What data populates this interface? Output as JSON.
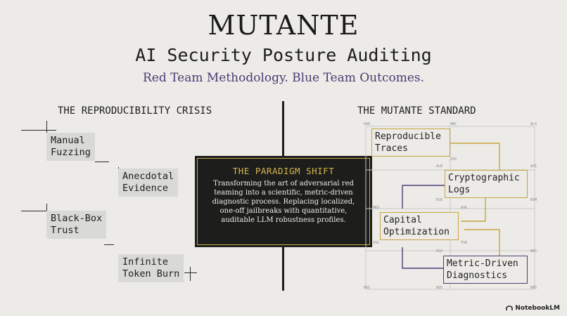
{
  "header": {
    "title": "MUTANTE",
    "subtitle": "AI Security Posture Auditing",
    "tagline": "Red Team Methodology. Blue Team Outcomes."
  },
  "left": {
    "heading": "THE REPRODUCIBILITY CRISIS",
    "items": [
      {
        "line1": "Manual",
        "line2": "Fuzzing"
      },
      {
        "line1": "Anecdotal",
        "line2": "Evidence"
      },
      {
        "line1": "Black-Box",
        "line2": "Trust"
      },
      {
        "line1": "Infinite",
        "line2": "Token Burn"
      }
    ]
  },
  "center": {
    "title": "THE PARADIGM SHIFT",
    "body": "Transforming the art of adversarial red teaming into a scientific, metric-driven diagnostic process. Replacing localized, one-off jailbreaks with quantitative, auditable LLM robustness profiles."
  },
  "right": {
    "heading": "THE MUTANTE STANDARD",
    "boxes": [
      {
        "line1": "Reproducible",
        "line2": "Traces"
      },
      {
        "line1": "Cryptographic",
        "line2": "Logs"
      },
      {
        "line1": "Capital",
        "line2": "Optimization"
      },
      {
        "line1": "Metric-Driven",
        "line2": "Diagnostics"
      }
    ],
    "markers": [
      "RAR",
      "ANC",
      "ALG",
      "ALB",
      "ACE",
      "R1B",
      "ROM",
      "RKO",
      "ASK",
      "SSS",
      "RSO",
      "RKS",
      "TSB",
      "RDS",
      "RDS",
      "RRS",
      "339"
    ]
  },
  "branding": {
    "logo_text": "NotebookLM",
    "logo_icon": "notebooklm-icon"
  },
  "colors": {
    "gold": "#c7a441",
    "purple": "#4b3f79",
    "dark": "#1d1d1b",
    "background": "#ecebe7"
  }
}
